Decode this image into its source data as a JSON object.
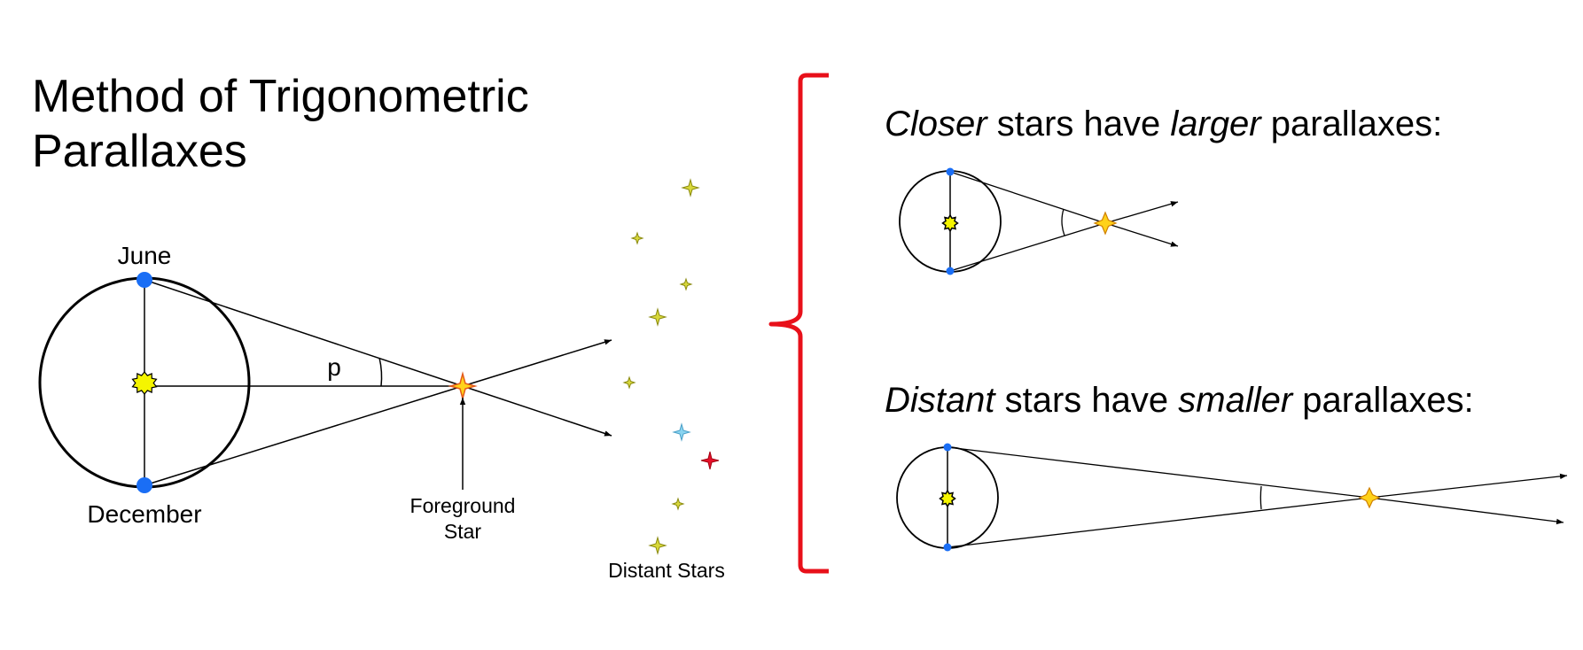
{
  "title_line1": "Method of Trigonometric",
  "title_line2": "Parallaxes",
  "labels": {
    "june": "June",
    "december": "December",
    "p": "p",
    "foreground_line1": "Foreground",
    "foreground_line2": "Star",
    "distant_stars": "Distant Stars"
  },
  "closer": {
    "em1": "Closer",
    "mid": " stars have ",
    "em2": "larger",
    "end": " parallaxes:"
  },
  "distant": {
    "em1": "Distant",
    "mid": " stars have ",
    "em2": "smaller",
    "end": " parallaxes:"
  },
  "colors": {
    "earth": "#1a6ef5",
    "sun": "#f5f500",
    "star_yellow": "#ffd21a",
    "star_red": "#e8102a",
    "star_blue": "#8ad4f0",
    "star_olive": "#d8d83a",
    "brace": "#e8101a"
  }
}
